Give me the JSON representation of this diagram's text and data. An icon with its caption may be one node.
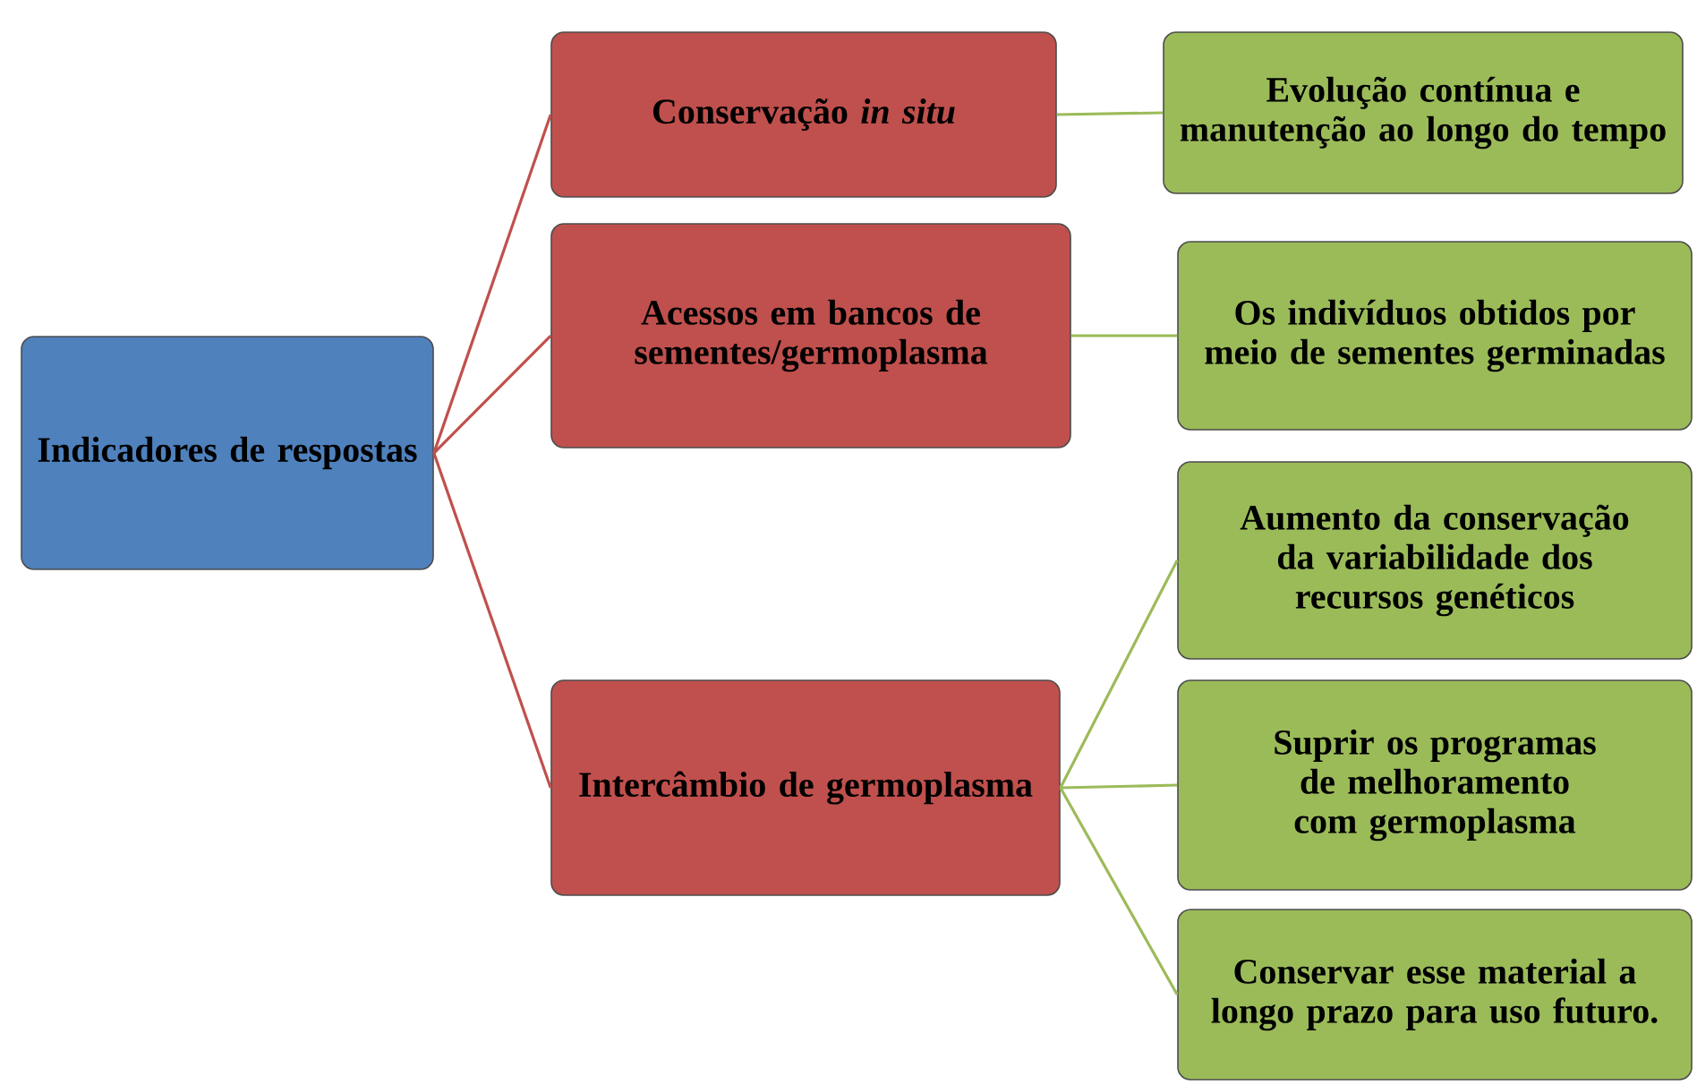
{
  "diagram": {
    "nodes": [
      {
        "text": [
          "Indicadores de respostas"
        ]
      },
      {
        "text": [
          "Conservação *in situ*"
        ]
      },
      {
        "text": [
          "Acessos em bancos de sementes/germoplasma"
        ]
      },
      {
        "text": [
          "Intercâmbio de germoplasma"
        ]
      },
      {
        "text": [
          "Evolução contínua e manutenção ao longo do tempo"
        ]
      },
      {
        "text": [
          "Os indivíduos obtidos por meio de sementes germinadas"
        ]
      },
      {
        "text": [
          "Aumento da conservação da variabilidade dos recursos genéticos"
        ]
      },
      {
        "text": [
          "Suprir os programas de melhoramento com germoplasma"
        ]
      },
      {
        "text": [
          "Conservar esse material a longo prazo para uso futuro."
        ]
      }
    ],
    "edges": [
      {
        "from": 0,
        "to": 1,
        "arrow": "none",
        "color": "#c0504d"
      },
      {
        "from": 0,
        "to": 2,
        "arrow": "none",
        "color": "#c0504d"
      },
      {
        "from": 0,
        "to": 3,
        "arrow": "none",
        "color": "#c0504d"
      },
      {
        "from": 1,
        "to": 4,
        "arrow": "none"
      },
      {
        "from": 2,
        "to": 5,
        "arrow": "none"
      },
      {
        "from": 3,
        "to": 6,
        "arrow": "none"
      },
      {
        "from": 3,
        "to": 7,
        "arrow": "none"
      },
      {
        "from": 3,
        "to": 8,
        "arrow": "none"
      }
    ]
  }
}
